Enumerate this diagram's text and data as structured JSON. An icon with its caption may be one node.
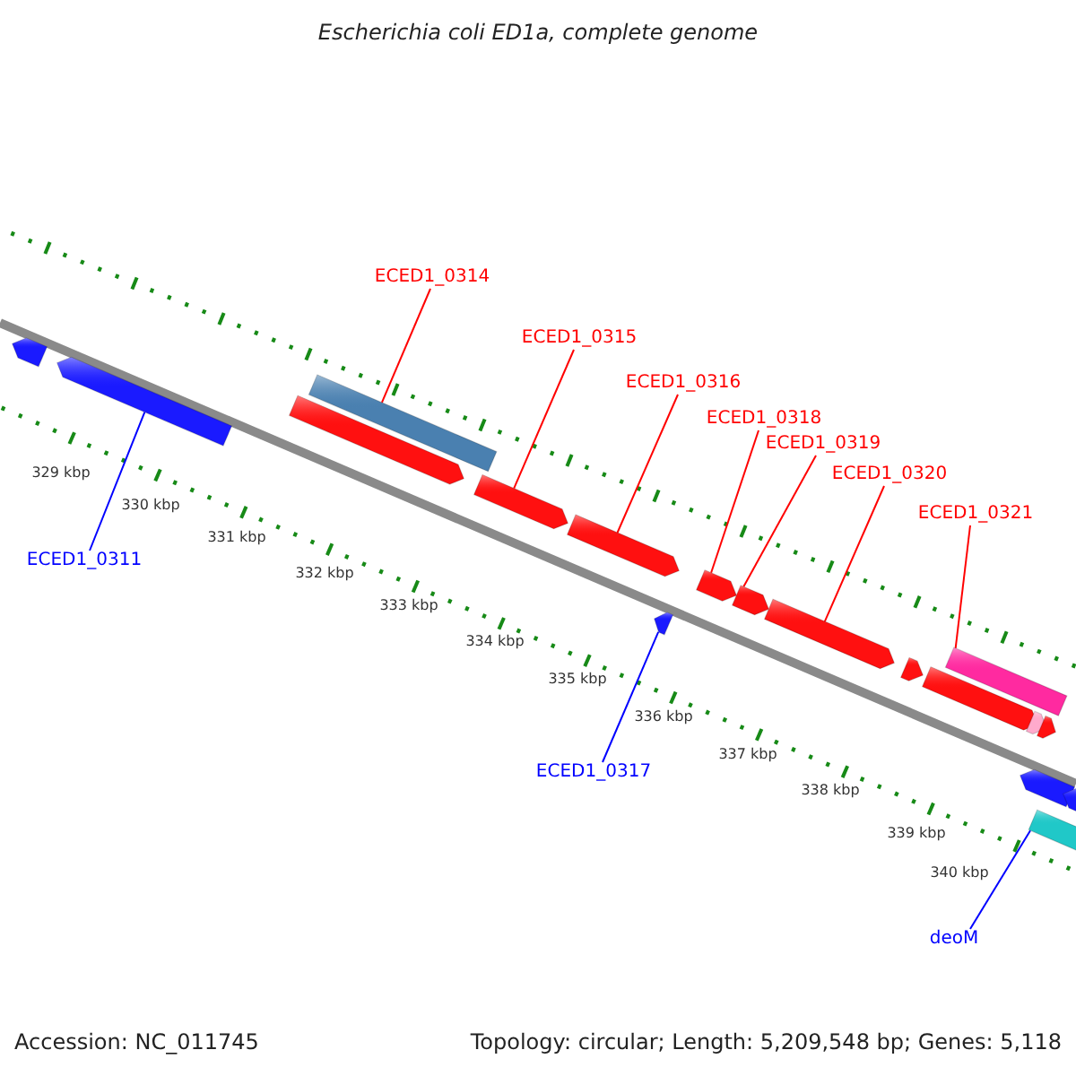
{
  "diagram": {
    "title": "Escherichia coli ED1a, complete genome",
    "nodes": [
      {
        "text": [
          "ECED1_0314"
        ]
      },
      {
        "text": [
          "ECED1_0315"
        ]
      },
      {
        "text": [
          "ECED1_0316"
        ]
      },
      {
        "text": [
          "ECED1_0318"
        ]
      },
      {
        "text": [
          "ECED1_0319"
        ]
      },
      {
        "text": [
          "ECED1_0320"
        ]
      },
      {
        "text": [
          "ECED1_0321"
        ]
      },
      {
        "text": [
          "ECED1_0311"
        ]
      },
      {
        "text": [
          "ECED1_0317"
        ]
      },
      {
        "text": [
          "deoM"
        ]
      },
      {
        "text": [],
        "shape": "arrow"
      },
      {
        "text": [],
        "shape": "arrow"
      },
      {
        "text": [],
        "shape": "arrow"
      },
      {
        "text": [],
        "shape": "bar"
      },
      {
        "text": [],
        "shape": "arrow"
      },
      {
        "text": [],
        "shape": "arrow"
      },
      {
        "text": [],
        "shape": "arrow"
      },
      {
        "text": [],
        "shape": "arrow"
      },
      {
        "text": [],
        "shape": "arrow"
      },
      {
        "text": [],
        "shape": "arrow"
      },
      {
        "text": [],
        "shape": "arrow"
      },
      {
        "text": [],
        "shape": "arrow"
      },
      {
        "text": [],
        "shape": "bar"
      },
      {
        "text": [],
        "shape": "arrow"
      },
      {
        "text": [],
        "shape": "arrow"
      },
      {
        "text": [],
        "shape": "arrow"
      },
      {
        "text": [],
        "shape": "arrow"
      },
      {
        "text": [],
        "shape": "arrow"
      }
    ],
    "edges": [
      {
        "from": 0,
        "to": 13,
        "arrow": "none"
      },
      {
        "from": 1,
        "to": 14,
        "arrow": "none"
      },
      {
        "from": 2,
        "to": 15,
        "arrow": "none"
      },
      {
        "from": 3,
        "to": 17,
        "arrow": "none"
      },
      {
        "from": 4,
        "to": 18,
        "arrow": "none"
      },
      {
        "from": 5,
        "to": 19,
        "arrow": "none"
      },
      {
        "from": 6,
        "to": 22,
        "arrow": "none"
      },
      {
        "from": 7,
        "to": 11,
        "arrow": "none",
        "color": "#0000ff"
      },
      {
        "from": 8,
        "to": 16,
        "arrow": "none",
        "color": "#0000ff"
      },
      {
        "from": 9,
        "to": 26,
        "arrow": "none",
        "color": "#0000ff"
      }
    ],
    "labels": [
      "329 kbp",
      "330 kbp",
      "331 kbp",
      "332 kbp",
      "333 kbp",
      "334 kbp",
      "335 kbp",
      "336 kbp",
      "337 kbp",
      "338 kbp",
      "339 kbp",
      "340 kbp",
      "Accession: NC_011745",
      "Topology: circular; Length: 5,209,548 bp; Genes: 5,118"
    ]
  }
}
